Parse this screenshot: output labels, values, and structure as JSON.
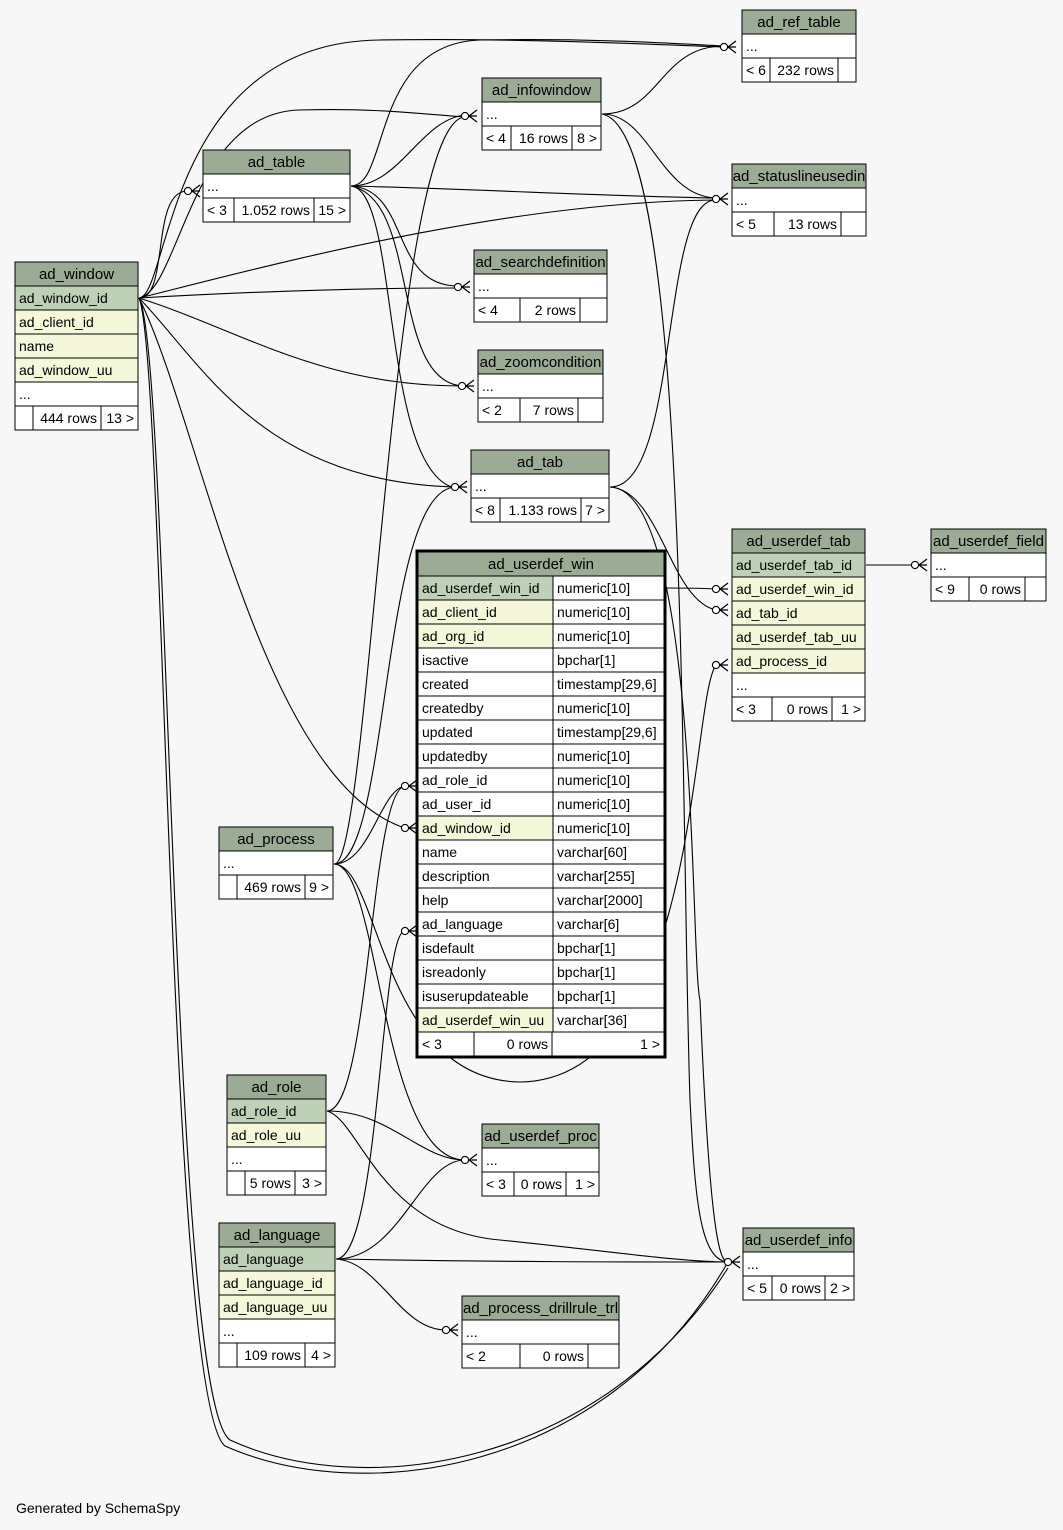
{
  "footer": "Generated by SchemaSpy",
  "colors": {
    "header": "#9bab96",
    "pk": "#bed1b8",
    "fk": "#f4f7da",
    "plain": "#ffffff",
    "border": "#000000",
    "background": "#f7f7f7"
  },
  "tables": {
    "ad_ref_table": {
      "name": "ad_ref_table",
      "rows": [
        [
          "..."
        ]
      ],
      "stats": [
        "< 6",
        "232 rows",
        ""
      ]
    },
    "ad_infowindow": {
      "name": "ad_infowindow",
      "rows": [
        [
          "..."
        ]
      ],
      "stats": [
        "< 4",
        "16 rows",
        "8 >"
      ]
    },
    "ad_table": {
      "name": "ad_table",
      "rows": [
        [
          "..."
        ]
      ],
      "stats": [
        "< 3",
        "1.052 rows",
        "15 >"
      ]
    },
    "ad_statuslineusedin": {
      "name": "ad_statuslineusedin",
      "rows": [
        [
          "..."
        ]
      ],
      "stats": [
        "< 5",
        "13 rows",
        ""
      ]
    },
    "ad_window": {
      "name": "ad_window",
      "rows": [
        [
          "ad_window_id"
        ],
        [
          "ad_client_id"
        ],
        [
          "name"
        ],
        [
          "ad_window_uu"
        ],
        [
          "..."
        ]
      ],
      "stats": [
        "",
        "444 rows",
        "13 >"
      ]
    },
    "ad_searchdefinition": {
      "name": "ad_searchdefinition",
      "rows": [
        [
          "..."
        ]
      ],
      "stats": [
        "< 4",
        "2 rows",
        ""
      ]
    },
    "ad_zoomcondition": {
      "name": "ad_zoomcondition",
      "rows": [
        [
          "..."
        ]
      ],
      "stats": [
        "< 2",
        "7 rows",
        ""
      ]
    },
    "ad_tab": {
      "name": "ad_tab",
      "rows": [
        [
          "..."
        ]
      ],
      "stats": [
        "< 8",
        "1.133 rows",
        "7 >"
      ]
    },
    "ad_userdef_win": {
      "name": "ad_userdef_win",
      "rows": [
        [
          "ad_userdef_win_id",
          "numeric[10]"
        ],
        [
          "ad_client_id",
          "numeric[10]"
        ],
        [
          "ad_org_id",
          "numeric[10]"
        ],
        [
          "isactive",
          "bpchar[1]"
        ],
        [
          "created",
          "timestamp[29,6]"
        ],
        [
          "createdby",
          "numeric[10]"
        ],
        [
          "updated",
          "timestamp[29,6]"
        ],
        [
          "updatedby",
          "numeric[10]"
        ],
        [
          "ad_role_id",
          "numeric[10]"
        ],
        [
          "ad_user_id",
          "numeric[10]"
        ],
        [
          "ad_window_id",
          "numeric[10]"
        ],
        [
          "name",
          "varchar[60]"
        ],
        [
          "description",
          "varchar[255]"
        ],
        [
          "help",
          "varchar[2000]"
        ],
        [
          "ad_language",
          "varchar[6]"
        ],
        [
          "isdefault",
          "bpchar[1]"
        ],
        [
          "isreadonly",
          "bpchar[1]"
        ],
        [
          "isuserupdateable",
          "bpchar[1]"
        ],
        [
          "ad_userdef_win_uu",
          "varchar[36]"
        ]
      ],
      "stats": [
        "< 3",
        "0 rows",
        "1 >"
      ]
    },
    "ad_userdef_tab": {
      "name": "ad_userdef_tab",
      "rows": [
        [
          "ad_userdef_tab_id"
        ],
        [
          "ad_userdef_win_id"
        ],
        [
          "ad_tab_id"
        ],
        [
          "ad_userdef_tab_uu"
        ],
        [
          "ad_process_id"
        ],
        [
          "..."
        ]
      ],
      "stats": [
        "< 3",
        "0 rows",
        "1 >"
      ]
    },
    "ad_userdef_field": {
      "name": "ad_userdef_field",
      "rows": [
        [
          "..."
        ]
      ],
      "stats": [
        "< 9",
        "0 rows",
        ""
      ]
    },
    "ad_process": {
      "name": "ad_process",
      "rows": [
        [
          "..."
        ]
      ],
      "stats": [
        "",
        "469 rows",
        "9 >"
      ]
    },
    "ad_role": {
      "name": "ad_role",
      "rows": [
        [
          "ad_role_id"
        ],
        [
          "ad_role_uu"
        ],
        [
          "..."
        ]
      ],
      "stats": [
        "",
        "5 rows",
        "3 >"
      ]
    },
    "ad_userdef_proc": {
      "name": "ad_userdef_proc",
      "rows": [
        [
          "..."
        ]
      ],
      "stats": [
        "< 3",
        "0 rows",
        "1 >"
      ]
    },
    "ad_language": {
      "name": "ad_language",
      "rows": [
        [
          "ad_language"
        ],
        [
          "ad_language_id"
        ],
        [
          "ad_language_uu"
        ],
        [
          "..."
        ]
      ],
      "stats": [
        "",
        "109 rows",
        "4 >"
      ]
    },
    "ad_userdef_info": {
      "name": "ad_userdef_info",
      "rows": [
        [
          "..."
        ]
      ],
      "stats": [
        "< 5",
        "0 rows",
        "2 >"
      ]
    },
    "ad_process_drillrule_trl": {
      "name": "ad_process_drillrule_trl",
      "rows": [
        [
          "..."
        ]
      ],
      "stats": [
        "< 2",
        "0 rows",
        ""
      ]
    }
  }
}
